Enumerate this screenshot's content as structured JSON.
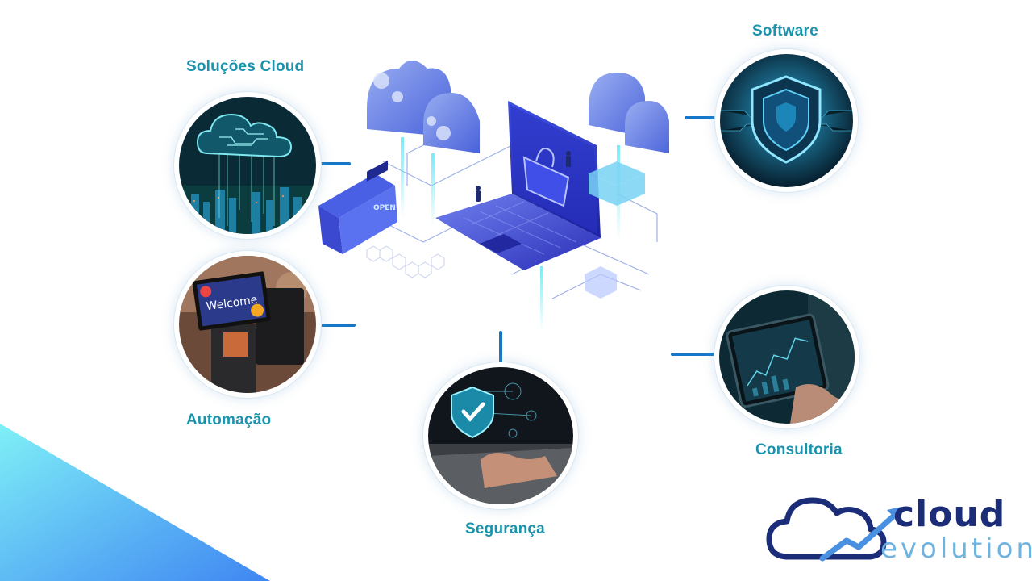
{
  "services": {
    "cloud_solutions": {
      "label": "Soluções Cloud",
      "icon": "cloud-circuit-icon"
    },
    "software": {
      "label": "Software",
      "icon": "shield-circuit-icon"
    },
    "automation": {
      "label": "Automação",
      "icon": "pos-terminal-icon",
      "screen_text": "Welcome"
    },
    "security": {
      "label": "Segurança",
      "icon": "security-check-icon"
    },
    "consulting": {
      "label": "Consultoria",
      "icon": "tablet-statistics-icon"
    }
  },
  "hero": {
    "sign_text": "OPEN"
  },
  "logo": {
    "word1": "cloud",
    "word2": "evolution"
  },
  "colors": {
    "label": "#1b93ad",
    "connector": "#1677c8",
    "logo_dark": "#1b2c78",
    "logo_light": "#6fb4e0",
    "gradient_start": "#6fe7f5",
    "gradient_end": "#4a8ff0"
  }
}
